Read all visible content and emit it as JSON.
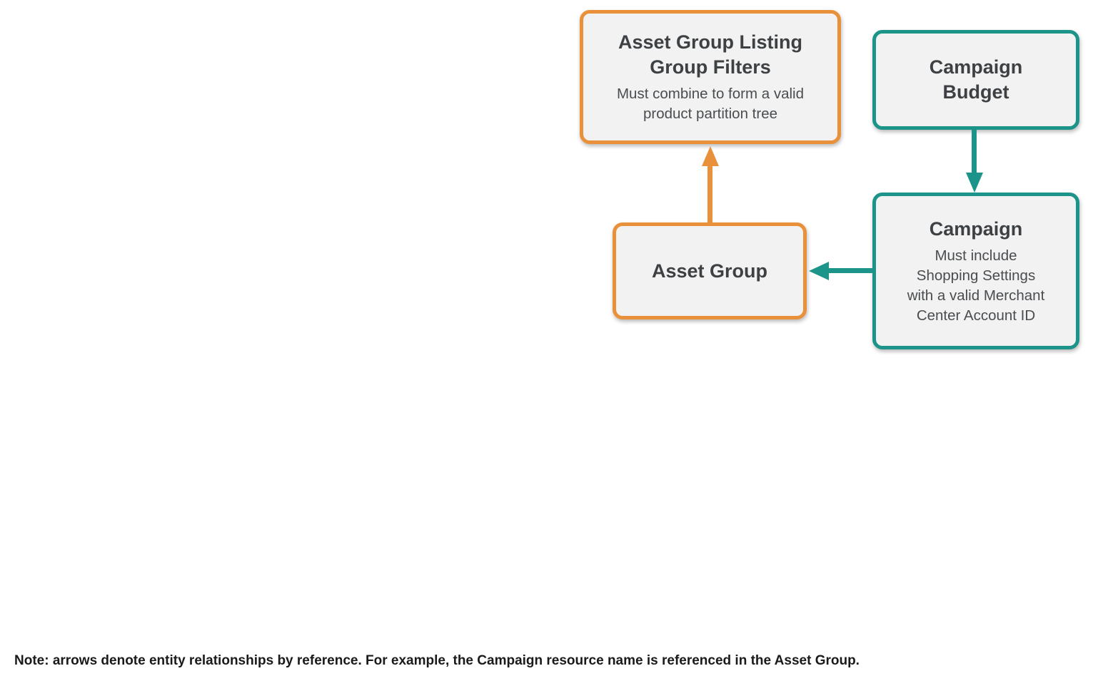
{
  "colors": {
    "orange": "#e8913a",
    "teal": "#1d9489",
    "box_fill": "#f2f2f2",
    "title_text": "#3e4144",
    "subtitle_text": "#4a4d50",
    "note_text": "#1a1a1a"
  },
  "nodes": {
    "listing_filters": {
      "title": [
        "Asset Group Listing",
        "Group Filters"
      ],
      "subtitle": [
        "Must combine to form a valid",
        "product partition tree"
      ],
      "accent": "orange"
    },
    "campaign_budget": {
      "title": [
        "Campaign",
        "Budget"
      ],
      "accent": "teal"
    },
    "campaign": {
      "title": [
        "Campaign"
      ],
      "subtitle": [
        "Must include",
        "Shopping Settings",
        "with a valid Merchant",
        "Center Account ID"
      ],
      "accent": "teal"
    },
    "asset_group": {
      "title": [
        "Asset Group"
      ],
      "accent": "orange"
    }
  },
  "edges": [
    {
      "from": "asset_group",
      "to": "listing_filters",
      "color": "orange",
      "direction": "up"
    },
    {
      "from": "campaign_budget",
      "to": "campaign",
      "color": "teal",
      "direction": "down"
    },
    {
      "from": "campaign",
      "to": "asset_group",
      "color": "teal",
      "direction": "left"
    }
  ],
  "note": "Note: arrows denote entity relationships by reference. For example, the Campaign resource name is referenced in the Asset Group."
}
